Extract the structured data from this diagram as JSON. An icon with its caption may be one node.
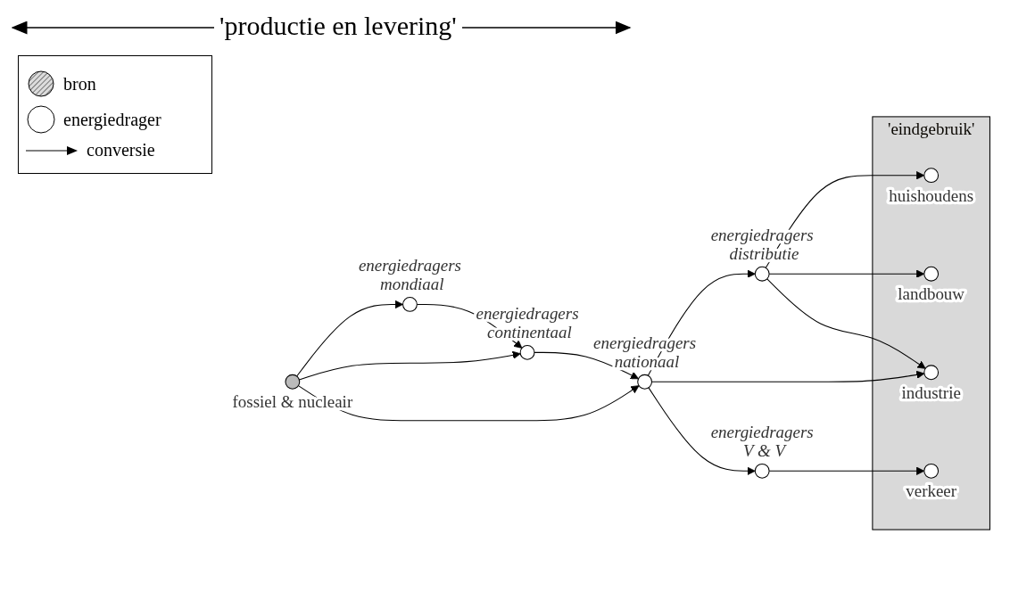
{
  "diagram": {
    "nodes": [
      {
        "text": [],
        "shape": "circle",
        "beside": [
          "fossiel & nucleair"
        ]
      },
      {
        "text": [],
        "shape": "circle",
        "beside": [
          "energiedragers mondiaal"
        ]
      },
      {
        "text": [],
        "shape": "circle",
        "beside": [
          "energiedragers continentaal"
        ]
      },
      {
        "text": [],
        "shape": "circle",
        "beside": [
          "energiedragers nationaal"
        ]
      },
      {
        "text": [],
        "shape": "circle",
        "beside": [
          "energiedragers distributie"
        ]
      },
      {
        "text": [],
        "shape": "circle",
        "beside": [
          "energiedragers V & V"
        ]
      },
      {
        "text": [
          "'eindgebruik'"
        ]
      },
      {
        "text": [],
        "shape": "circle",
        "beside": [
          "huishoudens"
        ],
        "in": 6
      },
      {
        "text": [],
        "shape": "circle",
        "beside": [
          "landbouw"
        ],
        "in": 6
      },
      {
        "text": [],
        "shape": "circle",
        "beside": [
          "industrie"
        ],
        "in": 6
      },
      {
        "text": [],
        "shape": "circle",
        "beside": [
          "verkeer"
        ],
        "in": 6
      }
    ],
    "edges": [
      {
        "from": 0,
        "to": 1,
        "arrow": "to"
      },
      {
        "from": 0,
        "to": 2,
        "arrow": "to"
      },
      {
        "from": 0,
        "to": 3,
        "arrow": "to"
      },
      {
        "from": 1,
        "to": 2,
        "arrow": "to"
      },
      {
        "from": 2,
        "to": 3,
        "arrow": "to"
      },
      {
        "from": 3,
        "to": 4,
        "arrow": "to"
      },
      {
        "from": 3,
        "to": 5,
        "arrow": "to"
      },
      {
        "from": 3,
        "to": 9,
        "arrow": "to"
      },
      {
        "from": 4,
        "to": 7,
        "arrow": "to"
      },
      {
        "from": 4,
        "to": 8,
        "arrow": "to"
      },
      {
        "from": 4,
        "to": 9,
        "arrow": "to"
      },
      {
        "from": 5,
        "to": 10,
        "arrow": "to"
      }
    ],
    "labels": [
      "'productie en levering'"
    ],
    "legend": [
      {
        "text": "bron"
      },
      {
        "text": "energiedrager"
      },
      {
        "text": "conversie"
      }
    ]
  }
}
